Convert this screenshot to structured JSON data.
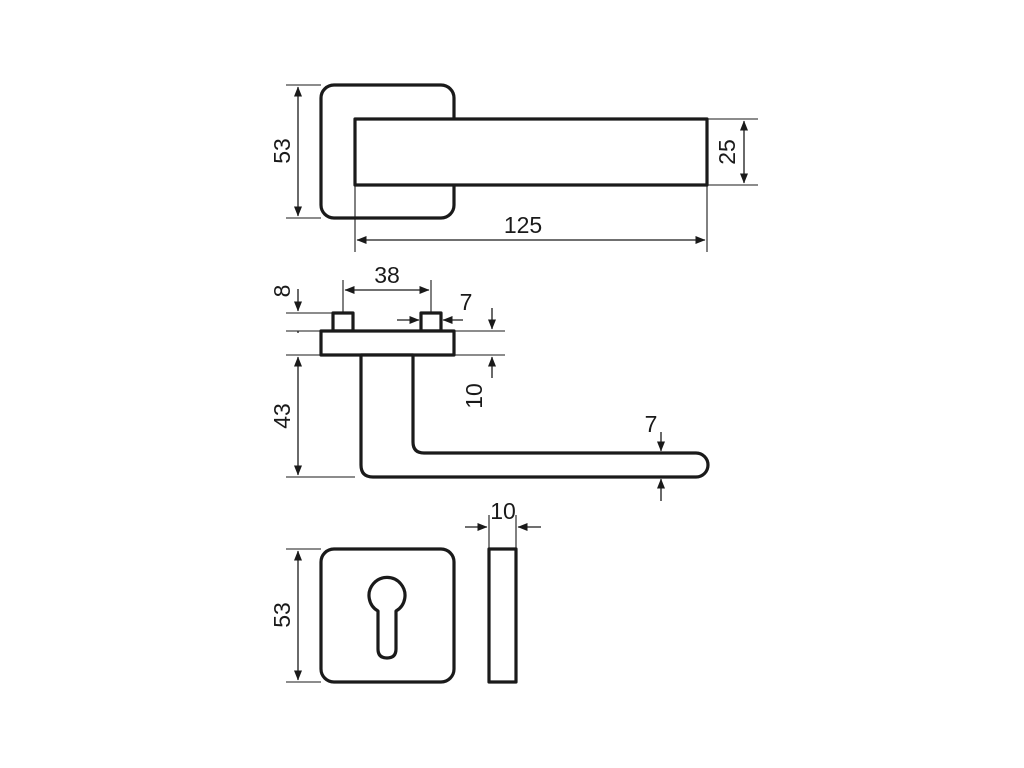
{
  "colors": {
    "line": "#1a1a1a",
    "background": "#ffffff"
  },
  "dimensions": {
    "rose_height": "53",
    "lever_height": "25",
    "lever_length": "125",
    "pin_spacing": "38",
    "pin_height": "8",
    "pin_width": "7",
    "rose_thickness": "10",
    "projection": "43",
    "lever_thickness": "7",
    "escutcheon_thickness": "10",
    "escutcheon_height": "53"
  }
}
